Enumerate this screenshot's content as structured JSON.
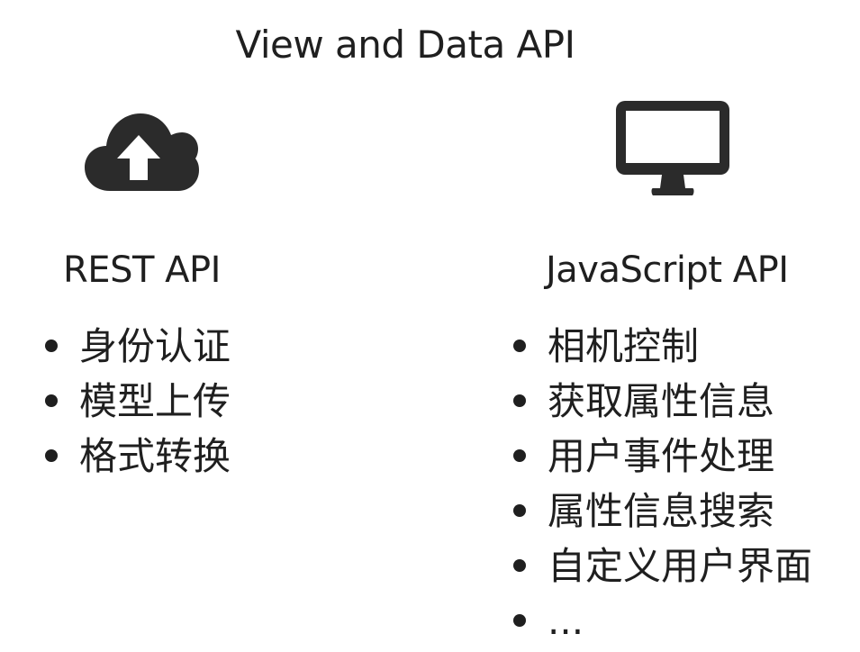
{
  "title": "View and Data API",
  "colors": {
    "text": "#1f1f1f",
    "icon": "#2b2b2b",
    "background": "#ffffff"
  },
  "rest": {
    "icon": "cloud-upload-icon",
    "heading": "REST API",
    "items": [
      "身份认证",
      "模型上传",
      "格式转换"
    ]
  },
  "javascript": {
    "icon": "desktop-monitor-icon",
    "heading": "JavaScript API",
    "items": [
      "相机控制",
      "获取属性信息",
      "用户事件处理",
      "属性信息搜索",
      "自定义用户界面",
      "..."
    ]
  }
}
